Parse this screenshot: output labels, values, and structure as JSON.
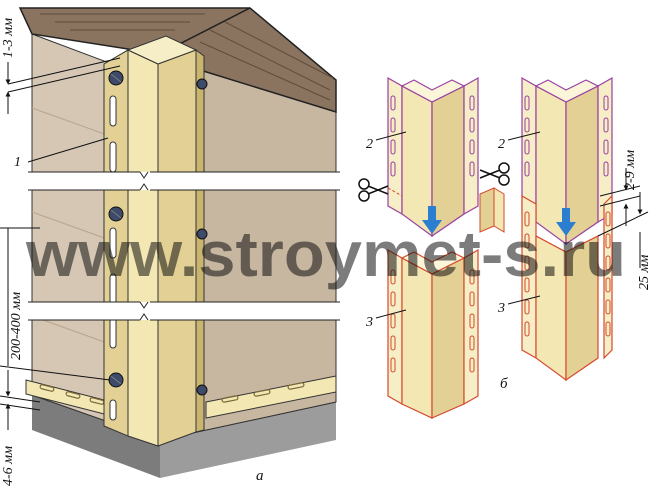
{
  "colors": {
    "roof": "#8a7460",
    "roof_edge": "#3a2c20",
    "wall": "#d5c7b4",
    "wall_dark": "#c7b7a1",
    "profile": "#f3e7b3",
    "profile_shade": "#e2d094",
    "profile_dark": "#c9b470",
    "foundation": "#9c9c9c",
    "foundation_dark": "#7c7c7c",
    "outline_upper": "#9a3fa0",
    "outline_lower": "#d64a2c",
    "arrow": "#2c7fd0",
    "watermark": "#b9b9b9"
  },
  "labels": {
    "dim_top": "1-3 мм",
    "dim_middle": "200-400 мм",
    "dim_bottom": "4-6 мм",
    "dim_overlap": "2-9 мм",
    "dim_cut": "25 мм",
    "part_profile_a": "1",
    "part_upper_b1": "2",
    "part_upper_b2": "2",
    "part_lower_b1": "3",
    "part_lower_b2": "3",
    "caption_a": "а",
    "caption_b": "б",
    "watermark": "www.stroymet-s.ru"
  },
  "icons": {
    "scissors_left": "scissors-icon",
    "scissors_right": "scissors-icon",
    "arrow_left": "arrow-down-icon",
    "arrow_right": "arrow-down-icon"
  }
}
